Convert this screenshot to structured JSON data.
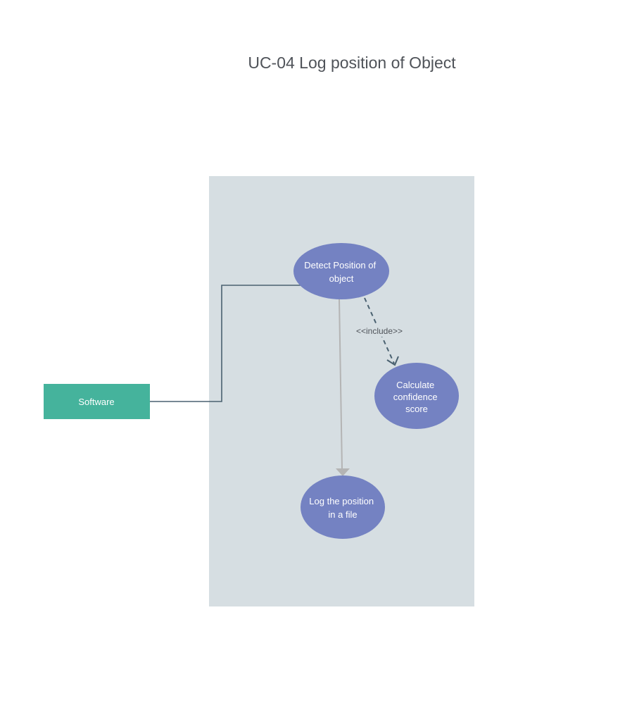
{
  "diagram": {
    "title": "UC-04 Log position of Object",
    "actor": {
      "label": "Software"
    },
    "use_cases": {
      "detect": {
        "line1": "Detect Position of",
        "line2": "object"
      },
      "confidence": {
        "line1": "Calculate",
        "line2": "confidence",
        "line3": "score"
      },
      "log": {
        "line1": "Log the position",
        "line2": "in a file"
      }
    },
    "relations": {
      "include_label": "<<include>>"
    }
  },
  "colors": {
    "background": "#ffffff",
    "system_boundary": "#d6dee2",
    "actor_fill": "#45b39c",
    "use_case_fill": "#7482c2",
    "association_line": "#4a6170",
    "include_line": "#4a6170",
    "flow_line": "#b4b4b4",
    "title_text": "#4f5359"
  }
}
